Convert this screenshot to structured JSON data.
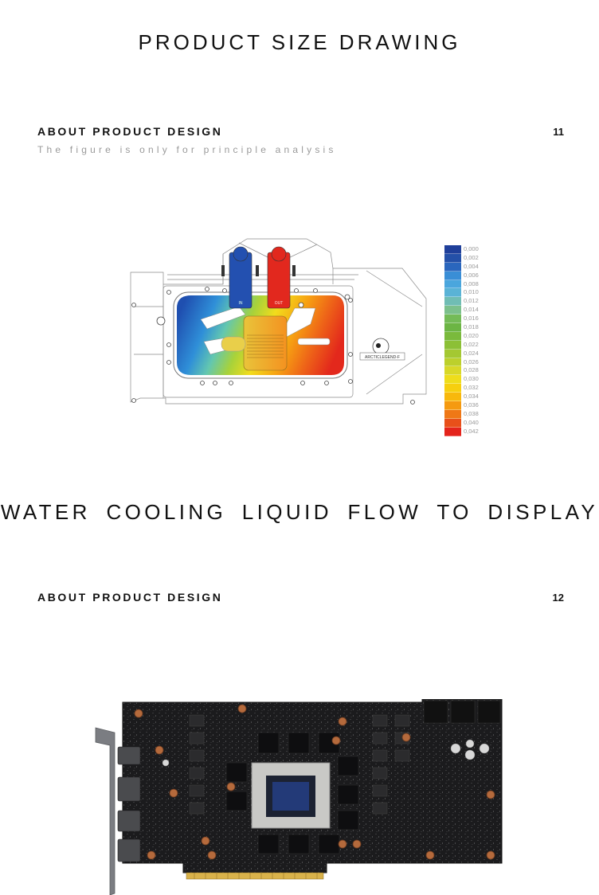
{
  "header": {
    "title": "PRODUCT SIZE DRAWING"
  },
  "section1": {
    "label": "ABOUT PRODUCT DESIGN",
    "number": "11",
    "subtitle": "The figure is only for principle analysis"
  },
  "legend": {
    "values": [
      "0,000",
      "0,002",
      "0,004",
      "0,006",
      "0,008",
      "0,010",
      "0,012",
      "0,014",
      "0,016",
      "0,018",
      "0,020",
      "0,022",
      "0,024",
      "0,026",
      "0,028",
      "0,030",
      "0,032",
      "0,034",
      "0,036",
      "0,038",
      "0,040",
      "0,042"
    ],
    "colors": [
      "#1f3f9a",
      "#2450a8",
      "#2a66bd",
      "#3a8ed6",
      "#4aa6dd",
      "#5ab3d6",
      "#70bdb4",
      "#7cc08c",
      "#74bb57",
      "#6cb544",
      "#7aba3c",
      "#8cc036",
      "#a4c832",
      "#bcd02c",
      "#d8d828",
      "#eedd1c",
      "#f6cf0f",
      "#f8b80c",
      "#f59a10",
      "#ef7816",
      "#e8501a",
      "#e4241c"
    ]
  },
  "block": {
    "brand": "ARCTICLEGEND-F",
    "inlet_mark": "IN",
    "outlet_mark": "OUT"
  },
  "section2": {
    "title": "WATER COOLING LIQUID FLOW TO DISPLAY",
    "label": "ABOUT PRODUCT DESIGN",
    "number": "12"
  }
}
